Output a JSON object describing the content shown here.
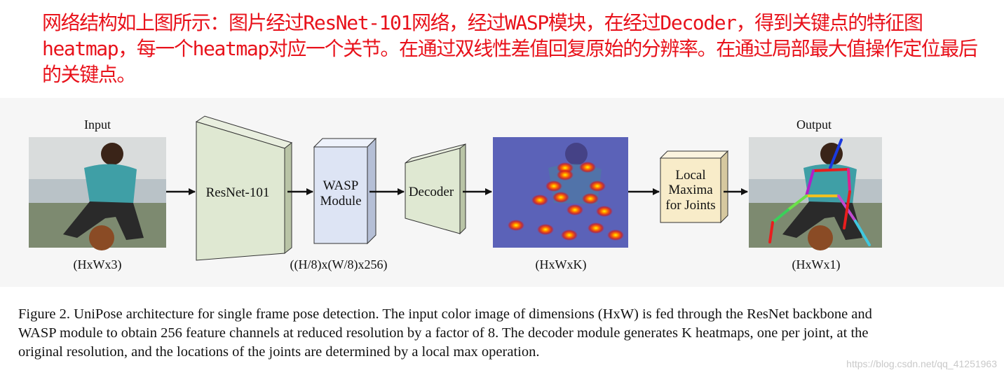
{
  "note_text": "网络结构如上图所示：图片经过ResNet-101网络，经过WASP模块，在经过Decoder，得到关键点的特征图heatmap，每一个heatmap对应一个关节。在通过双线性差值回复原始的分辨率。在通过局部最大值操作定位最后的关键点。",
  "diagram": {
    "input_title": "Input",
    "output_title": "Output",
    "blocks": {
      "resnet": "ResNet-101",
      "wasp_line1": "WASP",
      "wasp_line2": "Module",
      "decoder": "Decoder",
      "local_line1": "Local",
      "local_line2": "Maxima",
      "local_line3": "for Joints"
    },
    "dims": {
      "input": "(HxWx3)",
      "features": "((H/8)x(W/8)x256)",
      "heatmaps": "(HxWxK)",
      "output": "(HxWx1)"
    },
    "colors": {
      "resnet_face": "#dfe8d2",
      "wasp_face": "#dde4f4",
      "decoder_face": "#dfe8d2",
      "local_face": "#f8ecc9",
      "note_red": "#e8121b"
    }
  },
  "caption": "Figure 2. UniPose architecture for single frame pose detection.  The input color image of dimensions (HxW) is fed through the ResNet backbone and WASP module to obtain 256 feature channels at reduced resolution by a factor of 8.  The decoder module generates K heatmaps, one per joint, at the original resolution, and the locations of the joints are determined by a local max operation.",
  "watermark": "https://blog.csdn.net/qq_41251963"
}
